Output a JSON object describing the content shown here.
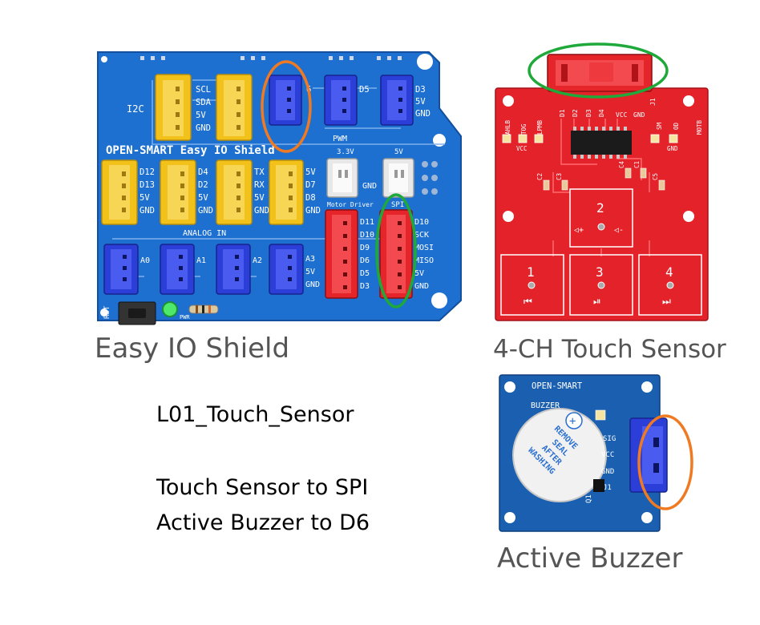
{
  "shield": {
    "caption": "Easy IO Shield",
    "board_title": "OPEN-SMART Easy IO Shield",
    "i2c": "I2C",
    "i2c_pins": [
      "SCL",
      "SDA",
      "5V",
      "GND"
    ],
    "pwm": "PWM",
    "pwm_d6": "6",
    "pwm_d5": "D5",
    "pwm_d3": [
      "D3",
      "5V",
      "GND"
    ],
    "col1": [
      "D12",
      "D13",
      "5V",
      "GND"
    ],
    "col2": [
      "D4",
      "D2",
      "5V",
      "GND"
    ],
    "col3": [
      "TX",
      "RX",
      "5V",
      "GND"
    ],
    "col4": [
      "5V",
      "D7",
      "D8",
      "GND"
    ],
    "v33": "3.3V",
    "v5": "5V",
    "gnd": "GND",
    "motor_driver": "Motor Driver",
    "spi": "SPI",
    "motor_pins": [
      "D11",
      "D10",
      "D9",
      "D6",
      "D5",
      "D3"
    ],
    "spi_pins": [
      "D10",
      "SCK",
      "MOSI",
      "MISO",
      "5V",
      "GND"
    ],
    "analog_in": "ANALOG IN",
    "analog_labels": [
      "A0",
      "A1",
      "A2"
    ],
    "a3_pins": [
      "A3",
      "5V",
      "GND"
    ],
    "rst": "RST",
    "pwr": "PWR",
    "colors": {
      "board": "#1d6fd0",
      "yellow": "#f2c21a",
      "blue": "#2b3fd8",
      "red": "#e5252a",
      "white": "#e8e8e8",
      "orange": "#f07a22",
      "green": "#1ea93a"
    }
  },
  "touch": {
    "caption": "4-CH Touch Sensor",
    "header_pins": [
      "D1",
      "D2",
      "D3",
      "D4",
      "VCC",
      "GND"
    ],
    "j1": "J1",
    "left_labels": [
      "AHLB",
      "TOG",
      "LPMB",
      "VCC"
    ],
    "right_labels": [
      "SM",
      "OD",
      "MOTB",
      "GND"
    ],
    "caps": [
      "C2",
      "C3",
      "C4",
      "C1",
      "C5"
    ],
    "pads": [
      "1",
      "2",
      "3",
      "4"
    ],
    "pad_icons": [
      "⏮",
      "◁+",
      "◁-",
      "⏯",
      "⏭"
    ],
    "colors": {
      "board": "#e4222a"
    }
  },
  "buzzer": {
    "caption": "Active Buzzer",
    "brand": "OPEN-SMART",
    "title": "BUZZER",
    "seal": [
      "REMOVE",
      "SEAL",
      "AFTER",
      "WASHING"
    ],
    "pins": [
      "SIG",
      "VCC",
      "GND"
    ],
    "j1": "J1",
    "q1": "Q1",
    "colors": {
      "board": "#1a5fb0"
    }
  },
  "notes": {
    "lesson": "L01_Touch_Sensor",
    "line1": "Touch Sensor to SPI",
    "line2": "Active Buzzer to D6"
  }
}
